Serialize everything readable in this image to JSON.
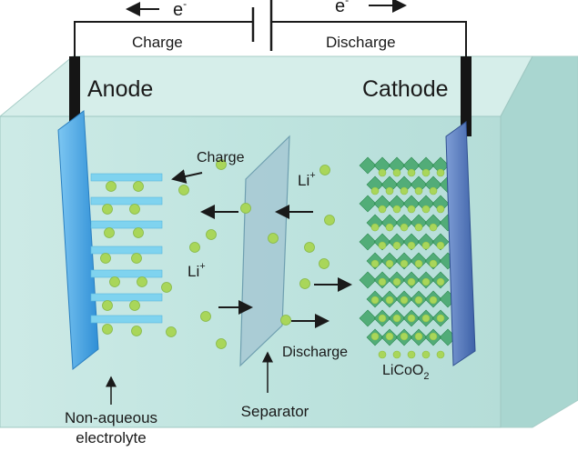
{
  "circuit": {
    "electron_left": "e",
    "electron_right": "e",
    "electron_charge_sign": "-",
    "charge_label": "Charge",
    "discharge_label": "Discharge"
  },
  "electrodes": {
    "anode_label": "Anode",
    "cathode_label": "Cathode",
    "cathode_material_base": "LiCoO",
    "cathode_material_sub": "2"
  },
  "cell": {
    "ion_base": "Li",
    "ion_sup": "+",
    "charge_label": "Charge",
    "discharge_label": "Discharge"
  },
  "annotations": {
    "electrolyte_line1": "Non-aqueous",
    "electrolyte_line2": "electrolyte",
    "separator_label": "Separator"
  },
  "colors": {
    "electrolyte": "#bfe3df",
    "anode": "#4aa9e6",
    "cathode": "#5b7fc2",
    "separator": "#a9c8d2",
    "ion": "#a9d65a",
    "lattice": "#3fa366"
  }
}
